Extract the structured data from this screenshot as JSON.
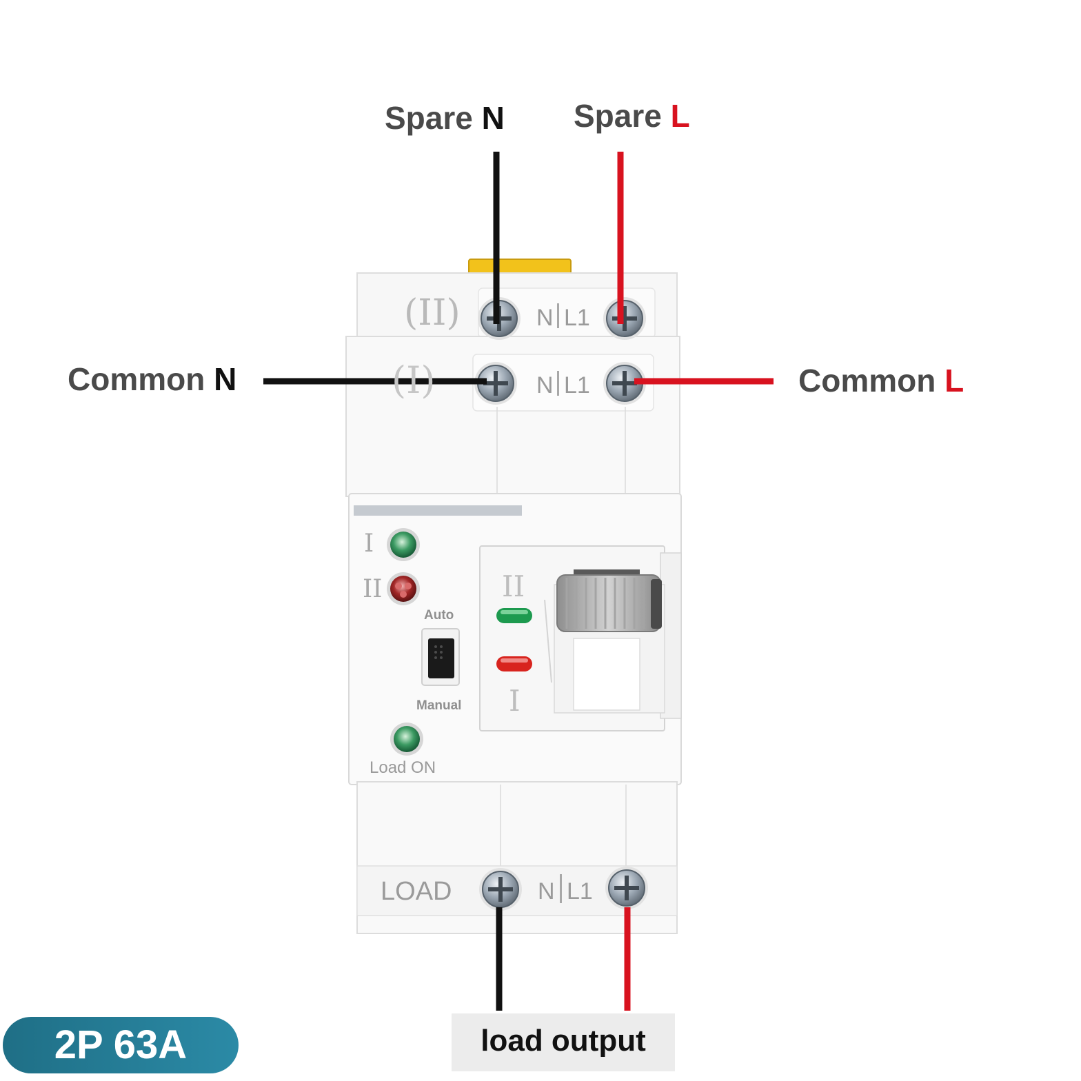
{
  "callouts": {
    "spare_n": {
      "word": "Spare",
      "phase": "N"
    },
    "spare_l": {
      "word": "Spare",
      "phase": "L"
    },
    "common_n": {
      "word": "Common",
      "phase": "N"
    },
    "common_l": {
      "word": "Common",
      "phase": "L"
    }
  },
  "device": {
    "top_row": {
      "source_label": "(II)",
      "terminal_n": "N",
      "terminal_l": "L1"
    },
    "mid_row": {
      "source_label": "(I)",
      "terminal_n": "N",
      "terminal_l": "L1"
    },
    "bottom_row": {
      "source_label": "LOAD",
      "terminal_n": "N",
      "terminal_l": "L1"
    },
    "indicators": {
      "source_one": {
        "label": "I",
        "color": "#1f7a4a"
      },
      "source_two": {
        "label": "II",
        "color": "#8a1c1c"
      },
      "load_on": {
        "label": "Load ON",
        "color": "#1f7a4a"
      }
    },
    "mode_switch": {
      "top_label": "Auto",
      "bottom_label": "Manual"
    },
    "handle_panel": {
      "top_label": "II",
      "bottom_label": "I",
      "top_led_color": "#1d9a4f",
      "bottom_led_color": "#d8241e"
    }
  },
  "badge": {
    "text": "2P 63A"
  },
  "output_label": {
    "text": "load output"
  },
  "colors": {
    "neutral_wire": "#111111",
    "live_wire": "#d8121f",
    "accent": "#2b8aa6"
  }
}
